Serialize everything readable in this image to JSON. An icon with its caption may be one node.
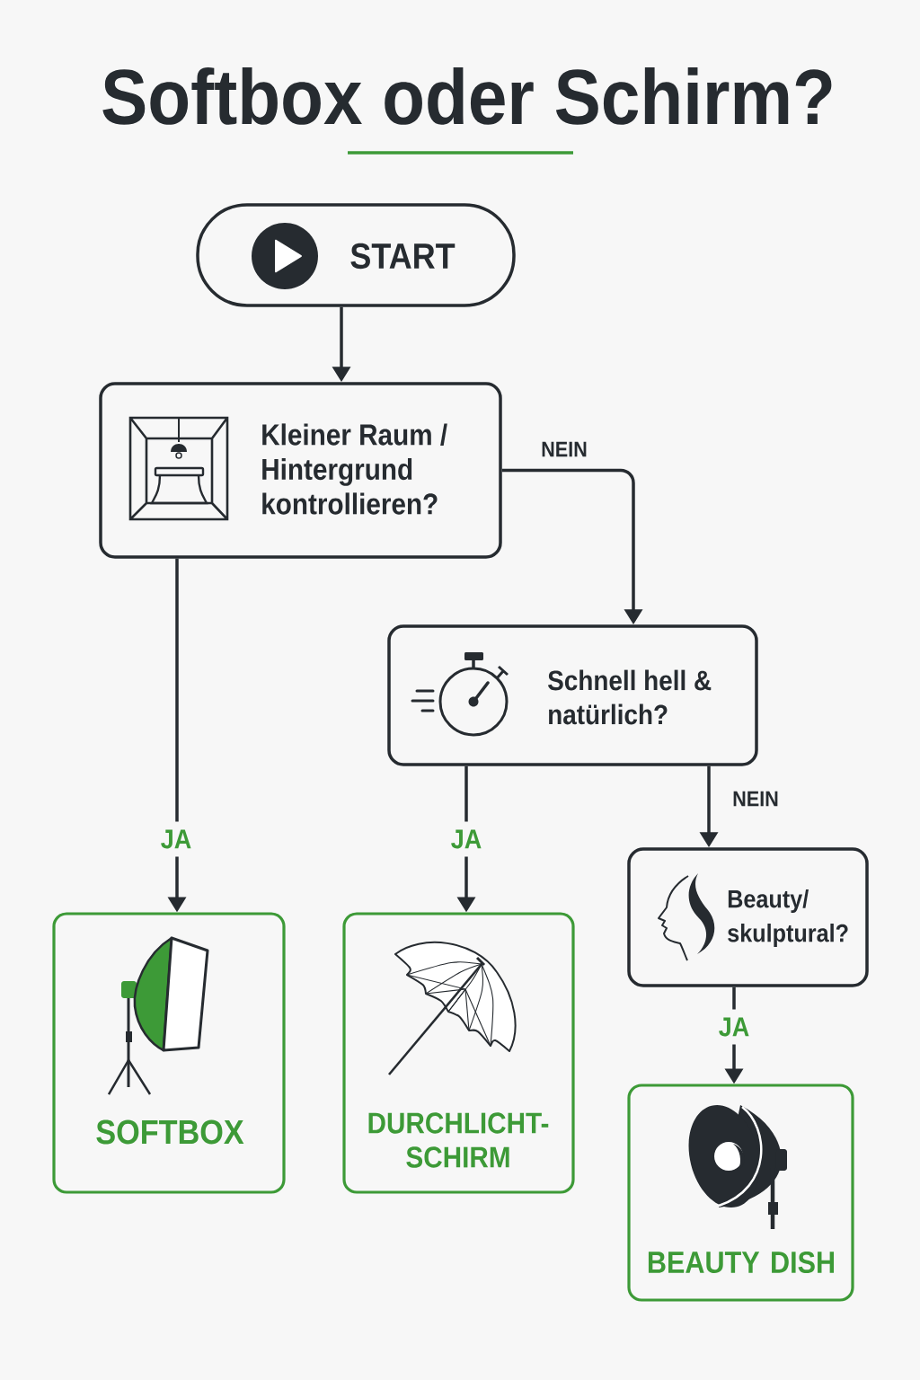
{
  "diagram": {
    "title": "Softbox oder Schirm?",
    "nodes": [
      {
        "text": [
          "START"
        ]
      },
      {
        "text": [
          "Kleiner Raum / Hintergrund kontrollieren?"
        ]
      },
      {
        "text": [
          "Schnell hell & natürlich?"
        ]
      },
      {
        "text": [
          "Beauty/ skulptural?"
        ]
      },
      {
        "text": [
          "SOFTBOX"
        ]
      },
      {
        "text": [
          "DURCHLICHT- SCHIRM"
        ]
      },
      {
        "text": [
          "BEAUTY DISH"
        ]
      }
    ],
    "edges": [
      {
        "from": 0,
        "to": 1,
        "arrow": "to"
      },
      {
        "from": 1,
        "to": 2,
        "arrow": "to",
        "label": "NEIN"
      },
      {
        "from": 1,
        "to": 4,
        "arrow": "to",
        "label": "JA"
      },
      {
        "from": 2,
        "to": 5,
        "arrow": "to",
        "label": "JA"
      },
      {
        "from": 2,
        "to": 3,
        "arrow": "to",
        "label": "NEIN"
      },
      {
        "from": 3,
        "to": 6,
        "arrow": "to",
        "label": "JA"
      }
    ]
  }
}
